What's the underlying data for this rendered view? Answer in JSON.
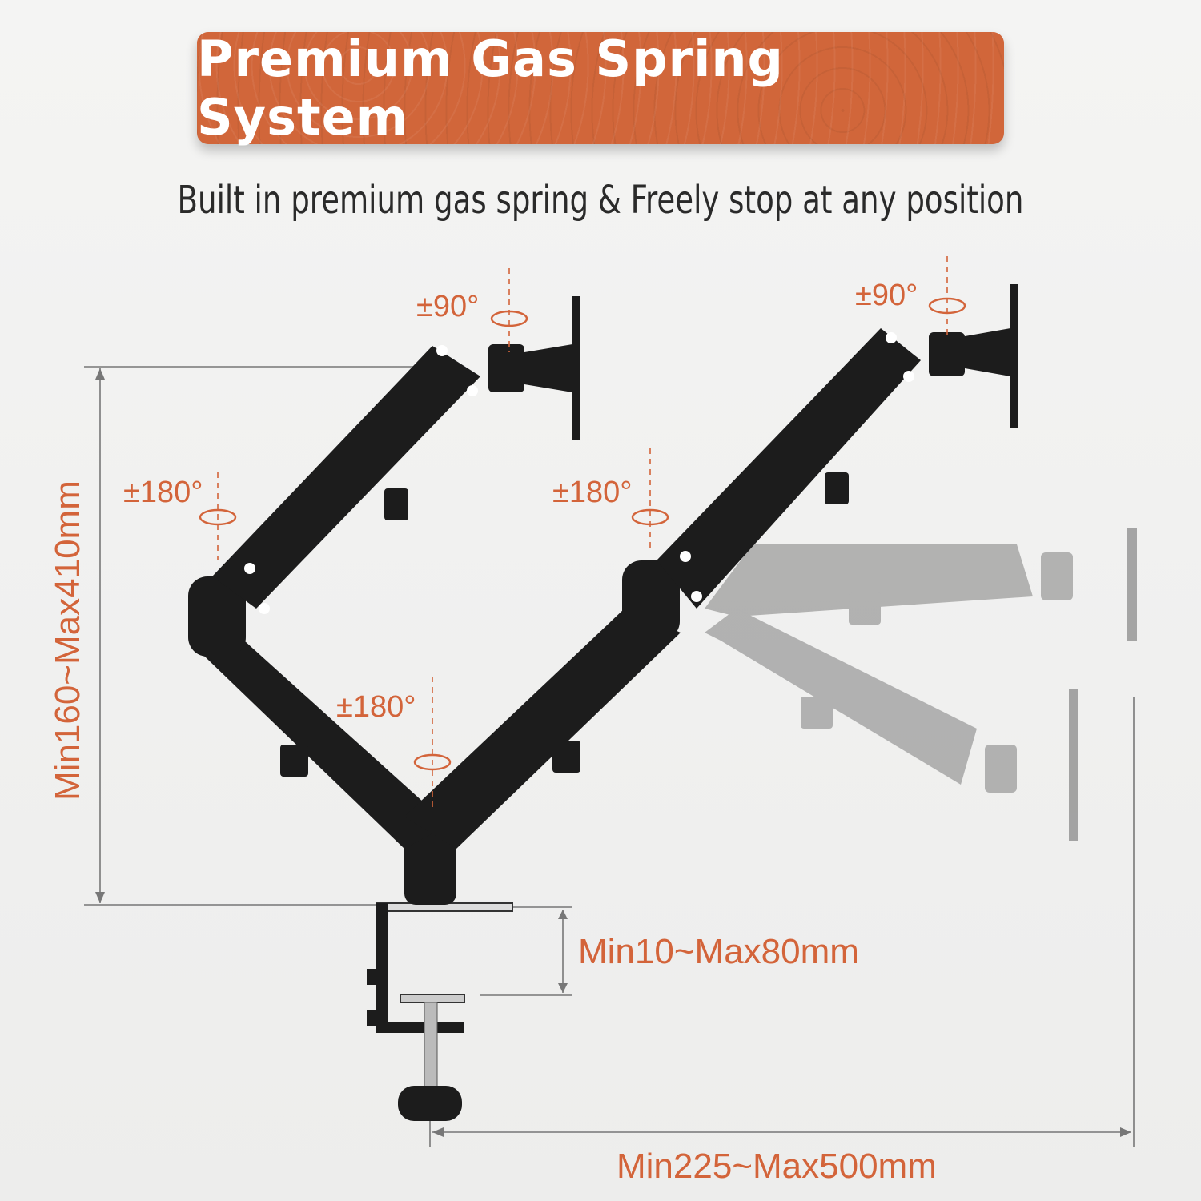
{
  "header": {
    "title": "Premium Gas Spring System",
    "subtitle": "Built in premium gas spring & Freely stop at any position"
  },
  "rotation_labels": {
    "left_tilt": "±90°",
    "right_tilt": "±90°",
    "left_elbow": "±180°",
    "right_elbow": "±180°",
    "base": "±180°"
  },
  "dimensions": {
    "height": "Min160~Max410mm",
    "clamp": "Min10~Max80mm",
    "reach": "Min225~Max500mm"
  },
  "colors": {
    "accent": "#d3643a",
    "banner": "#d1663a",
    "arm": "#1c1c1c",
    "ghost": "#a9a9a9"
  }
}
